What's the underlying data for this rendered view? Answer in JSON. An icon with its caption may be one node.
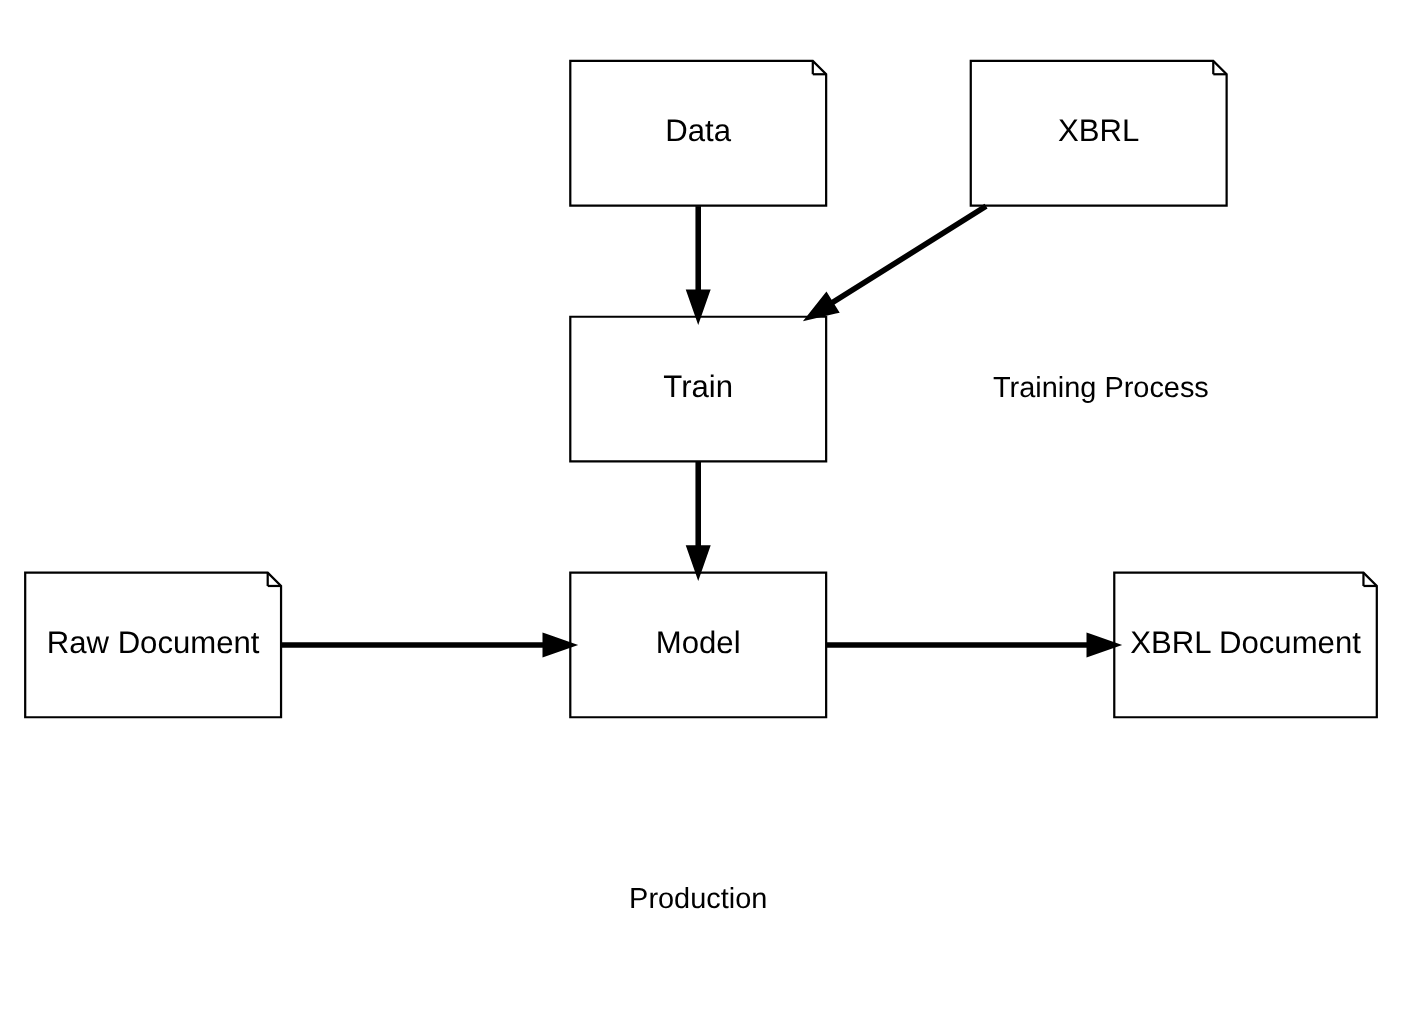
{
  "diagram": {
    "nodes": [
      {
        "text": [
          "Data"
        ]
      },
      {
        "text": [
          "XBRL"
        ]
      },
      {
        "text": [
          "Train"
        ]
      },
      {
        "text": [
          "Raw Document"
        ]
      },
      {
        "text": [
          "Model"
        ]
      },
      {
        "text": [
          "XBRL Document"
        ]
      }
    ],
    "edges": [
      {
        "from": 0,
        "to": 2,
        "arrow": "to"
      },
      {
        "from": 1,
        "to": 2,
        "arrow": "to"
      },
      {
        "from": 2,
        "to": 4,
        "arrow": "to"
      },
      {
        "from": 3,
        "to": 4,
        "arrow": "to"
      },
      {
        "from": 4,
        "to": 5,
        "arrow": "to"
      }
    ],
    "labels": [
      "Training Process",
      "Production"
    ]
  }
}
